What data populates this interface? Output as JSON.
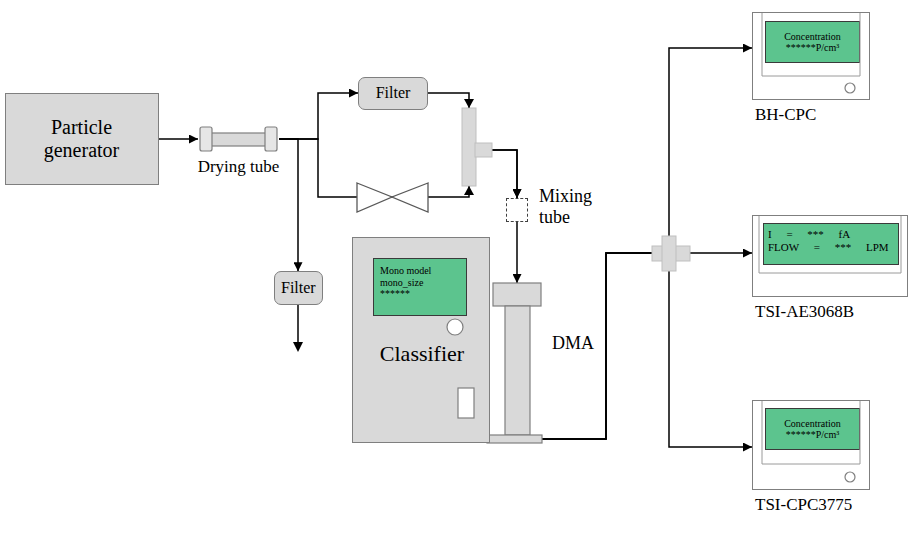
{
  "diagram": {
    "nodes": [
      {
        "text": [
          "Particle generator"
        ]
      },
      {
        "text": [
          "Drying tube"
        ]
      },
      {
        "text": [
          "Filter"
        ]
      },
      {
        "text": [
          "Filter"
        ]
      },
      {
        "text": [
          "Mixing tube"
        ]
      },
      {
        "text": [
          "Classifier"
        ]
      },
      {
        "text": [
          "Mono model mono_size ******"
        ],
        "in": 5
      },
      {
        "text": [
          "DMA"
        ]
      },
      {
        "text": [
          "BH-CPC"
        ]
      },
      {
        "text": [
          "Concentration ******P/cm³"
        ],
        "in": 8
      },
      {
        "text": [
          "TSI-AE3068B"
        ]
      },
      {
        "text": [
          "I = *** fA FLOW = *** LPM"
        ],
        "in": 10
      },
      {
        "text": [
          "TSI-CPC3775"
        ]
      },
      {
        "text": [
          "Concentration ******P/cm³"
        ],
        "in": 12
      }
    ],
    "edges": [
      {
        "from": 0,
        "to": 1,
        "arrow": "to"
      },
      {
        "from": 1,
        "to": 2,
        "arrow": "to"
      },
      {
        "from": 1,
        "to": 3,
        "arrow": "to"
      },
      {
        "from": 1,
        "to": 4,
        "arrow": "to"
      },
      {
        "from": 2,
        "to": 4,
        "arrow": "to"
      },
      {
        "from": 4,
        "to": 7,
        "arrow": "to"
      },
      {
        "from": 7,
        "to": 8,
        "arrow": "to"
      },
      {
        "from": 7,
        "to": 10,
        "arrow": "to"
      },
      {
        "from": 7,
        "to": 12,
        "arrow": "to"
      }
    ]
  }
}
